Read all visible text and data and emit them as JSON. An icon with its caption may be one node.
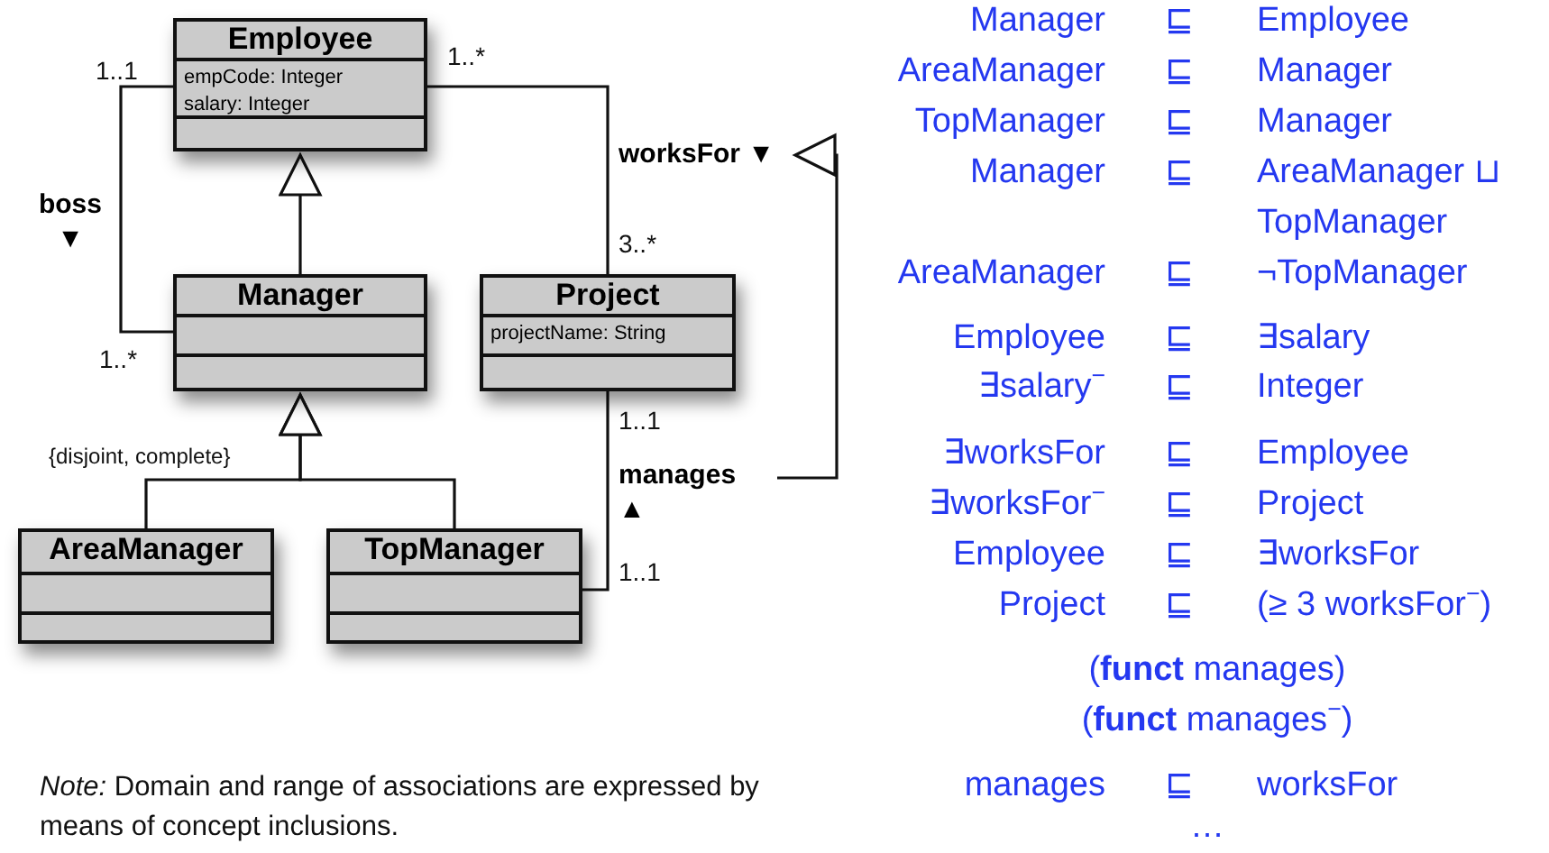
{
  "diagram": {
    "nodes": [
      {
        "text": [
          "Employee",
          "empCode: Integer",
          "salary: Integer"
        ]
      },
      {
        "text": [
          "Manager"
        ]
      },
      {
        "text": [
          "Project",
          "projectName: String"
        ]
      },
      {
        "text": [
          "AreaManager"
        ]
      },
      {
        "text": [
          "TopManager"
        ]
      },
      {
        "text": [
          "manages ▲"
        ]
      }
    ],
    "edges": [
      {
        "from": 1,
        "to": 0,
        "arrow": "none",
        "label": "boss ▼"
      },
      {
        "from": 0,
        "to": 2,
        "arrow": "none",
        "label": "worksFor ▼"
      },
      {
        "from": 1,
        "to": 0,
        "arrow": "to"
      },
      {
        "from": 3,
        "to": 1,
        "arrow": "to"
      },
      {
        "from": 4,
        "to": 1,
        "arrow": "to"
      },
      {
        "from": 2,
        "to": 4,
        "arrow": "none"
      },
      {
        "from": 5,
        "to": null,
        "arrow": "to"
      }
    ],
    "labels": [
      "1..1",
      "1..*",
      "3..*",
      "1..*",
      "1..1",
      "{disjoint, complete}",
      "1..1",
      "Manager",
      "⊑",
      "Employee",
      "AreaManager",
      "⊑",
      "Manager",
      "TopManager",
      "⊑",
      "Manager",
      "Manager",
      "⊑",
      "AreaManager ⊔ TopManager",
      "AreaManager",
      "⊑",
      "¬TopManager",
      "Employee",
      "⊑",
      "∃salary",
      "∃salary$^{−}$",
      "⊑",
      "Integer",
      "∃worksFor",
      "⊑",
      "Employee",
      "∃worksFor$^{−}$",
      "⊑",
      "Project",
      "Employee",
      "⊑",
      "∃worksFor",
      "Project",
      "⊑",
      "(≥ 3 worksFor$^{−}$)",
      "(**funct** manages)",
      "(**funct** manages$^{−}$)",
      "manages",
      "⊑",
      "worksFor",
      "…",
      "*Note:* Domain and range of associations are expressed by means of concept inclusions."
    ]
  }
}
